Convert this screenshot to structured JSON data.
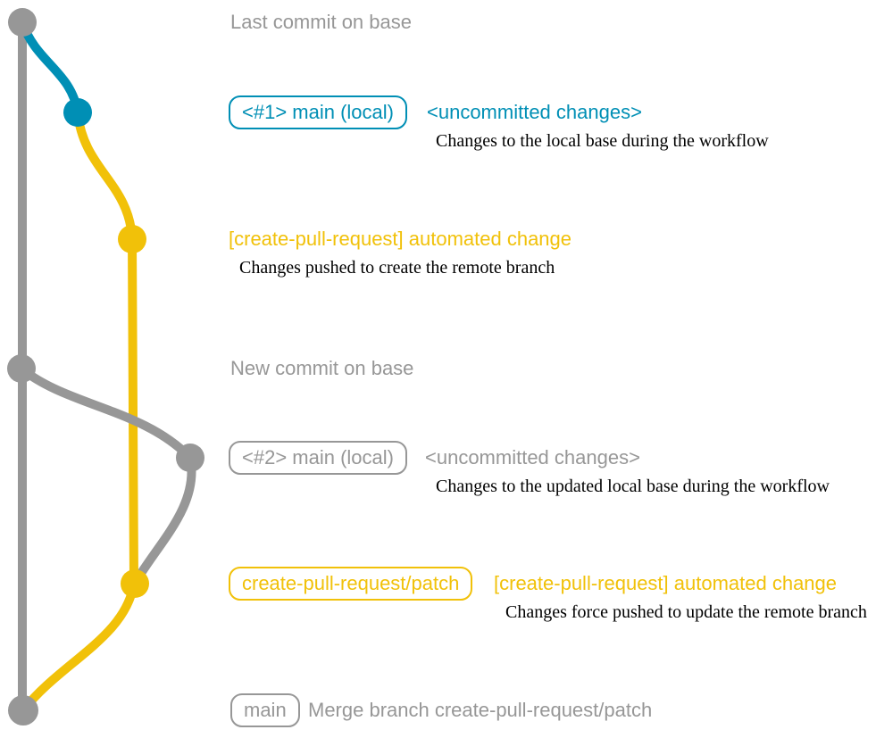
{
  "colors": {
    "gray": "#979797",
    "blue": "#008fb5",
    "yellow": "#f1c109",
    "description_text": "#000000",
    "background": "#ffffff"
  },
  "graph": {
    "stroke_width": 10,
    "node_radius": 16,
    "branches": [
      {
        "name": "base",
        "color": "#979797"
      },
      {
        "name": "main-local",
        "color": "#008fb5"
      },
      {
        "name": "create-pull-request-patch",
        "color": "#f1c109"
      }
    ],
    "nodes": [
      {
        "name": "last-commit-on-base",
        "color": "#979797"
      },
      {
        "name": "uncommitted-changes-1",
        "color": "#008fb5"
      },
      {
        "name": "automated-change-1",
        "color": "#f1c109"
      },
      {
        "name": "new-commit-on-base",
        "color": "#979797"
      },
      {
        "name": "uncommitted-changes-2",
        "color": "#979797"
      },
      {
        "name": "automated-change-2",
        "color": "#f1c109"
      },
      {
        "name": "merge-commit",
        "color": "#979797"
      }
    ]
  },
  "annotations": {
    "last_commit": {
      "label": "Last commit on base"
    },
    "workflow1": {
      "branch_badge": "<#1> main (local)",
      "commit_message": "<uncommitted changes>",
      "description": "Changes to the local base during the workflow"
    },
    "push1": {
      "commit_message": "[create-pull-request] automated change",
      "description": "Changes pushed to create the remote branch"
    },
    "new_commit": {
      "label": "New commit on base"
    },
    "workflow2": {
      "branch_badge": "<#2> main (local)",
      "commit_message": "<uncommitted changes>",
      "description": "Changes to the updated local base during the workflow"
    },
    "push2": {
      "branch_badge": "create-pull-request/patch",
      "commit_message": "[create-pull-request] automated change",
      "description": "Changes force pushed to update the remote branch"
    },
    "merge": {
      "branch_badge": "main",
      "commit_message": "Merge branch create-pull-request/patch"
    }
  }
}
